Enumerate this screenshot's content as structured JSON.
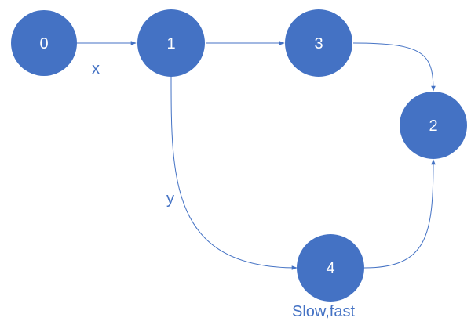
{
  "colors": {
    "node_fill": "#4472C4",
    "edge_color": "#4472C4",
    "label_color": "#4472C4",
    "node_text": "#FFFFFF"
  },
  "nodes": {
    "n0": {
      "label": "0"
    },
    "n1": {
      "label": "1"
    },
    "n3": {
      "label": "3"
    },
    "n2": {
      "label": "2"
    },
    "n4": {
      "label": "4"
    }
  },
  "edges": [
    {
      "from": "0",
      "to": "1",
      "label": "x"
    },
    {
      "from": "1",
      "to": "3",
      "label": ""
    },
    {
      "from": "3",
      "to": "2",
      "label": ""
    },
    {
      "from": "1",
      "to": "4",
      "label": "y"
    },
    {
      "from": "4",
      "to": "2",
      "label": ""
    }
  ],
  "labels": {
    "x": "x",
    "y": "y",
    "slow_fast": "Slow,fast"
  }
}
